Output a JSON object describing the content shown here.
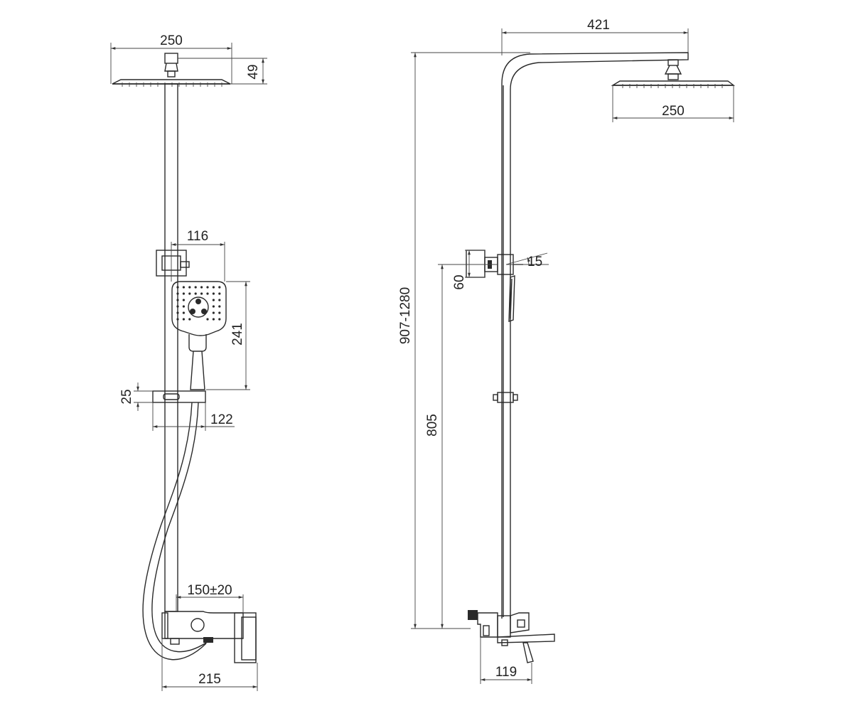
{
  "dimensions": {
    "left_head_width": "250",
    "left_head_height": "49",
    "holder_width": "116",
    "hand_shower_height": "241",
    "shelf_height": "25",
    "shelf_width": "122",
    "inlet_spacing": "150±20",
    "mixer_width": "215",
    "arm_length": "421",
    "right_head_width": "250",
    "overall_height": "907-1280",
    "holder_offset": "60",
    "holder_angle": "15",
    "mixer_height": "805",
    "mixer_depth": "119"
  },
  "colors": {
    "line": "#2a2a2a",
    "background": "#ffffff"
  }
}
